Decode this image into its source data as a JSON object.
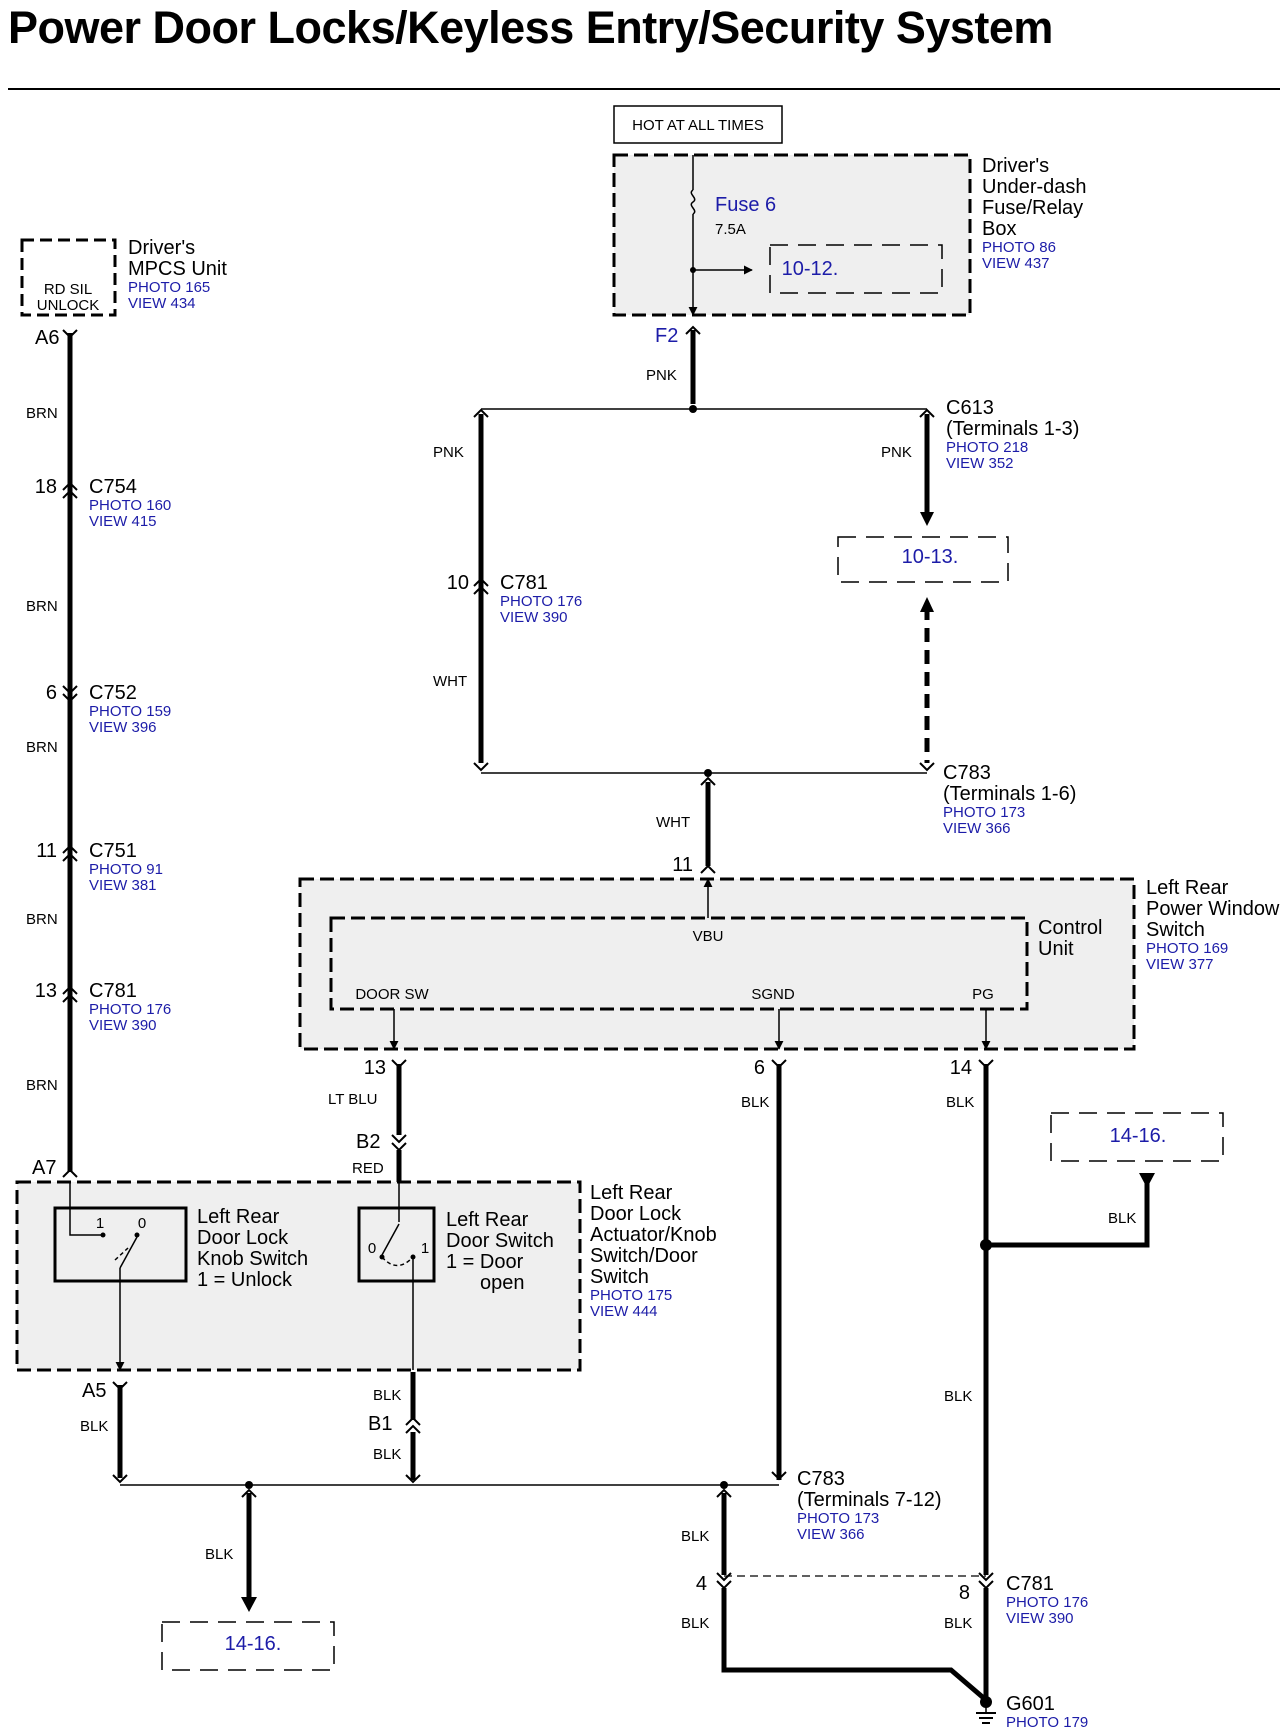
{
  "title": "Power Door Locks/Keyless Entry/Security System",
  "hot_label": "HOT AT ALL TIMES",
  "fuse_box": {
    "name_lines": [
      "Driver's",
      "Under-dash",
      "Fuse/Relay",
      "Box"
    ],
    "photo": "PHOTO 86",
    "view": "VIEW 437",
    "fuse": "Fuse 6",
    "rating": "7.5A",
    "ref": "10-12.",
    "terminal": "F2"
  },
  "mpcs": {
    "name_lines": [
      "Driver's",
      "MPCS Unit"
    ],
    "photo": "PHOTO 165",
    "view": "VIEW 434",
    "inner_lines": [
      "RD SIL",
      "UNLOCK"
    ],
    "terminal_top": "A6",
    "terminal_bottom": "A7"
  },
  "left_connectors": [
    {
      "pin": "18",
      "name": "C754",
      "photo": "PHOTO 160",
      "view": "VIEW 415"
    },
    {
      "pin": "6",
      "name": "C752",
      "photo": "PHOTO 159",
      "view": "VIEW 396"
    },
    {
      "pin": "11",
      "name": "C751",
      "photo": "PHOTO 91",
      "view": "VIEW 381"
    },
    {
      "pin": "13",
      "name": "C781",
      "photo": "PHOTO 176",
      "view": "VIEW 390"
    }
  ],
  "wire_colors": {
    "brn": "BRN",
    "pnk": "PNK",
    "wht": "WHT",
    "ltblu": "LT BLU",
    "red": "RED",
    "blk": "BLK"
  },
  "c613": {
    "name": "C613",
    "terminals": "(Terminals 1-3)",
    "photo": "PHOTO 218",
    "view": "VIEW 352"
  },
  "ref_10_13": "10-13.",
  "c781_mid": {
    "pin": "10",
    "name": "C781",
    "photo": "PHOTO 176",
    "view": "VIEW 390"
  },
  "c783_top": {
    "name": "C783",
    "terminals": "(Terminals 1-6)",
    "photo": "PHOTO 173",
    "view": "VIEW 366"
  },
  "window_switch": {
    "name_lines": [
      "Left Rear",
      "Power Window",
      "Switch"
    ],
    "photo": "PHOTO 169",
    "view": "VIEW 377",
    "control_unit": [
      "Control",
      "Unit"
    ],
    "vbu": "VBU",
    "door_sw": "DOOR SW",
    "sgnd": "SGND",
    "pg": "PG",
    "pin_top": "11",
    "pin_door": "13",
    "pin_sgnd": "6",
    "pin_pg": "14"
  },
  "ref_14_16_right": "14-16.",
  "b2": "B2",
  "actuator": {
    "name_lines": [
      "Left Rear",
      "Door Lock",
      "Actuator/Knob",
      "Switch/Door",
      "Switch"
    ],
    "photo": "PHOTO 175",
    "view": "VIEW 444",
    "knob_switch": [
      "Left Rear",
      "Door Lock",
      "Knob Switch",
      "1 = Unlock"
    ],
    "door_switch": [
      "Left Rear",
      "Door Switch",
      "1 = Door",
      "open"
    ],
    "a5": "A5",
    "b1": "B1",
    "pos_0": "0",
    "pos_1": "1"
  },
  "c783_bottom": {
    "name": "C783",
    "terminals": "(Terminals 7-12)",
    "photo": "PHOTO 173",
    "view": "VIEW 366"
  },
  "ref_14_16_bottom": "14-16.",
  "c781_bottom": {
    "pin_left": "4",
    "pin_right": "8",
    "name": "C781",
    "photo": "PHOTO 176",
    "view": "VIEW 390"
  },
  "g601": {
    "name": "G601",
    "photo": "PHOTO 179"
  }
}
